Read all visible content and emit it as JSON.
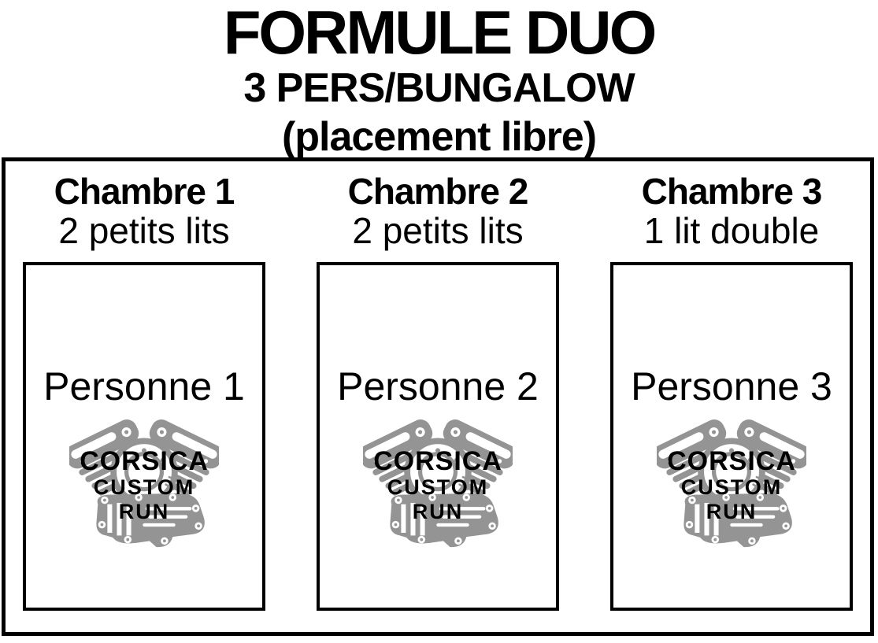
{
  "header": {
    "title": "FORMULE DUO",
    "subtitle": "3 PERS/BUNGALOW",
    "note": "(placement libre)"
  },
  "rooms": [
    {
      "name": "Chambre 1",
      "beds": "2 petits lits",
      "person": "Personne 1"
    },
    {
      "name": "Chambre 2",
      "beds": "2 petits lits",
      "person": "Personne 2"
    },
    {
      "name": "Chambre 3",
      "beds": "1 lit double",
      "person": "Personne 3"
    }
  ],
  "logo": {
    "line1": "CORSICA",
    "line2": "CUSTOM",
    "line3": "RUN"
  },
  "colors": {
    "text": "#000000",
    "background": "#ffffff",
    "border": "#000000",
    "engine_gray": "#949494"
  }
}
